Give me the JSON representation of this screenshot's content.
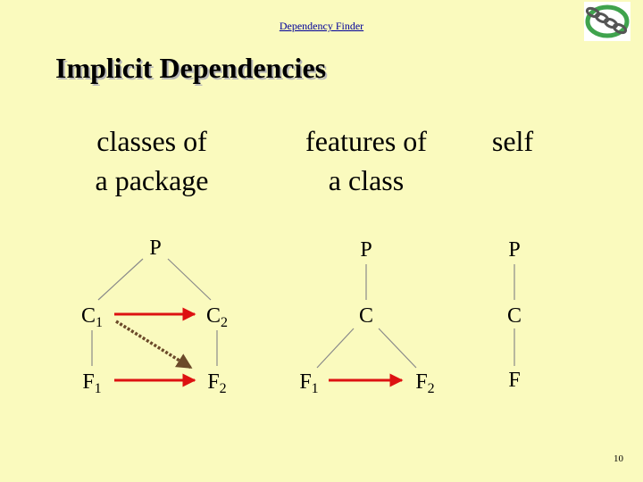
{
  "header": {
    "link": "Dependency Finder"
  },
  "slide": {
    "title": "Implicit Dependencies",
    "page_number": "10"
  },
  "columns": [
    {
      "heading_line1": "classes of",
      "heading_line2": "a package",
      "nodes": {
        "p": "P",
        "c1": "C",
        "c1_sub": "1",
        "c2": "C",
        "c2_sub": "2",
        "f1": "F",
        "f1_sub": "1",
        "f2": "F",
        "f2_sub": "2"
      }
    },
    {
      "heading_line1": "features of",
      "heading_line2": "a class",
      "nodes": {
        "p": "P",
        "c": "C",
        "f1": "F",
        "f1_sub": "1",
        "f2": "F",
        "f2_sub": "2"
      }
    },
    {
      "heading_line1": "self",
      "nodes": {
        "p": "P",
        "c": "C",
        "f": "F"
      }
    }
  ],
  "colors": {
    "background": "#fafabe",
    "explicit_arrow": "#dd1111",
    "implicit_arrow": "#6b4a2a",
    "tree_line": "#8a8a8a",
    "link": "#000099"
  },
  "icons": {
    "logo": "chain-links-logo"
  }
}
